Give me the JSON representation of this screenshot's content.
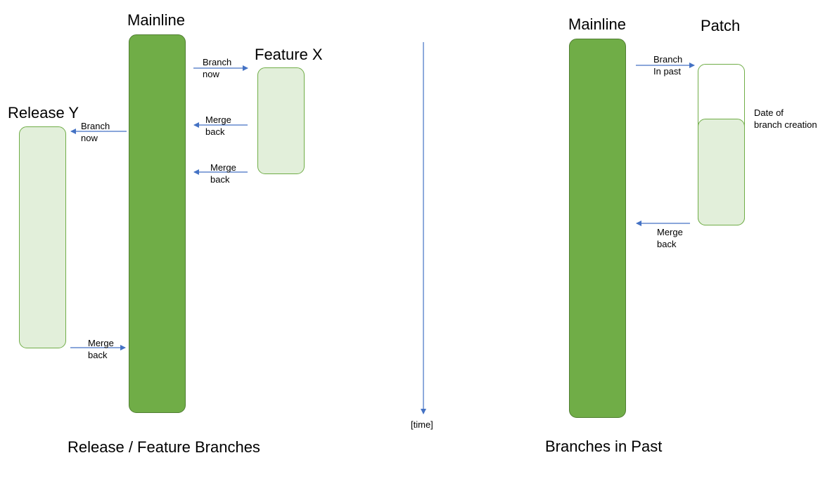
{
  "left_diagram": {
    "mainline_title": "Mainline",
    "feature_title": "Feature X",
    "release_title": "Release Y",
    "feature_branch_label": [
      "Branch",
      "now"
    ],
    "feature_merge_label_1": [
      "Merge",
      "back"
    ],
    "feature_merge_label_2": [
      "Merge",
      "back"
    ],
    "release_branch_label": [
      "Branch",
      "now"
    ],
    "release_merge_label": [
      "Merge",
      "back"
    ],
    "caption": "Release / Feature Branches"
  },
  "timeline": {
    "label": "[time]"
  },
  "right_diagram": {
    "mainline_title": "Mainline",
    "patch_title": "Patch",
    "branch_label": [
      "Branch",
      "In past"
    ],
    "date_label": [
      "Date of",
      "branch creation"
    ],
    "merge_label": [
      "Merge",
      "back"
    ],
    "caption": "Branches in Past"
  },
  "colors": {
    "mainline_fill": "#70ad47",
    "branch_fill": "#e2efda",
    "arrow": "#4472c4"
  }
}
